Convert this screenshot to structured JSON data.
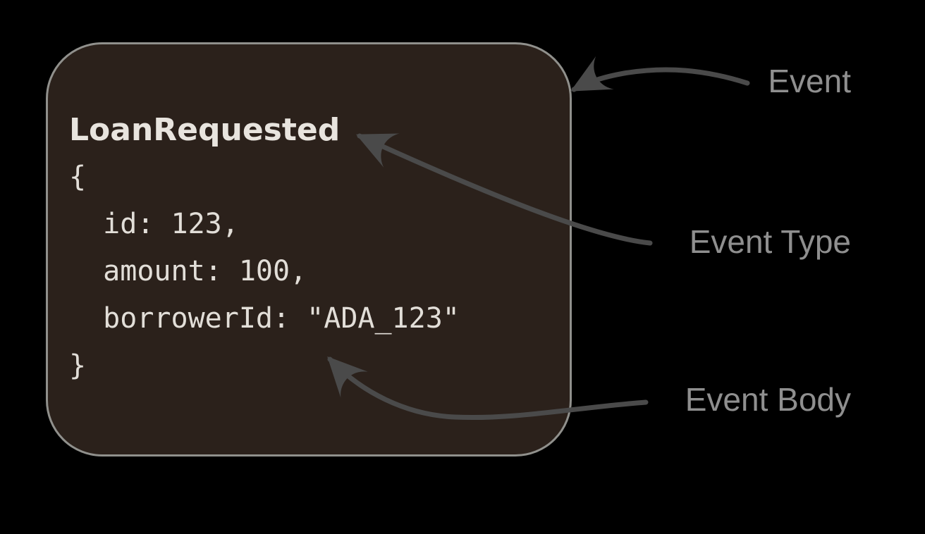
{
  "canvas": {
    "background": "#000000"
  },
  "event_box": {
    "background": "#2b211b",
    "border_color": "#90908c",
    "event_type": "LoanRequested",
    "body_lines": [
      "{",
      "  id: 123,",
      "  amount: 100,",
      "  borrowerId: \"ADA_123\"",
      "}"
    ]
  },
  "annotations": [
    {
      "label": "Event",
      "points_to": "event-box"
    },
    {
      "label": "Event Type",
      "points_to": "event-type-code"
    },
    {
      "label": "Event Body",
      "points_to": "event-body-code"
    }
  ],
  "colors": {
    "arrow": "#4a4a4a",
    "label_text": "#8f8f8f",
    "code_text": "#e2ded8"
  }
}
